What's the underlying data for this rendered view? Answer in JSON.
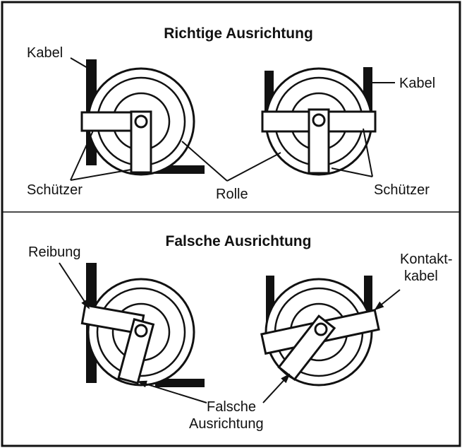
{
  "diagram": {
    "titles": {
      "correct": "Richtige Ausrichtung",
      "wrong": "Falsche Ausrichtung"
    },
    "labels": {
      "kabel_left": "Kabel",
      "kabel_right": "Kabel",
      "schuetzer_left": "Schützer",
      "schuetzer_right": "Schützer",
      "rolle": "Rolle",
      "reibung": "Reibung",
      "kontakt_line1": "Kontakt-",
      "kontakt_line2": "kabel",
      "falsche_line1": "Falsche",
      "falsche_line2": "Ausrichtung"
    },
    "colors": {
      "ink": "#111111",
      "background": "#ffffff"
    }
  }
}
